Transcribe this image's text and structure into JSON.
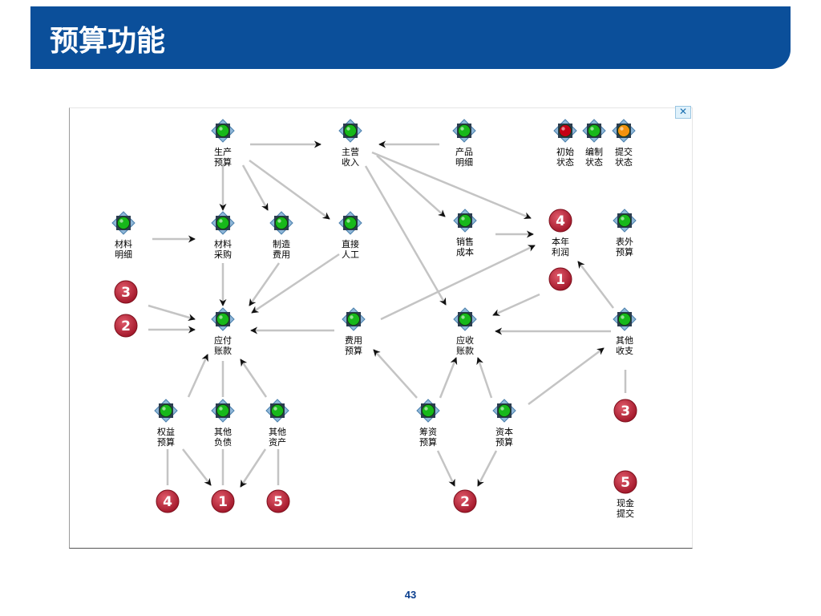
{
  "slide": {
    "title": "预算功能",
    "page_number": "43",
    "close_glyph": "✕"
  },
  "nodes": [
    {
      "id": "shengchan",
      "lines": [
        "生产",
        "预算"
      ],
      "status": "green"
    },
    {
      "id": "zhuying",
      "lines": [
        "主营",
        "收入"
      ],
      "status": "green"
    },
    {
      "id": "chanpin",
      "lines": [
        "产品",
        "明细"
      ],
      "status": "green"
    },
    {
      "id": "chushi",
      "lines": [
        "初始",
        "状态"
      ],
      "status": "red"
    },
    {
      "id": "bianzhi",
      "lines": [
        "编制",
        "状态"
      ],
      "status": "green"
    },
    {
      "id": "tijiao",
      "lines": [
        "提交",
        "状态"
      ],
      "status": "orange"
    },
    {
      "id": "cailiaomx",
      "lines": [
        "材料",
        "明细"
      ],
      "status": "green"
    },
    {
      "id": "cailiaocg",
      "lines": [
        "材料",
        "采购"
      ],
      "status": "green"
    },
    {
      "id": "zhizao",
      "lines": [
        "制造",
        "费用"
      ],
      "status": "green"
    },
    {
      "id": "zhijie",
      "lines": [
        "直接",
        "人工"
      ],
      "status": "green"
    },
    {
      "id": "xiaoshou",
      "lines": [
        "销售",
        "成本"
      ],
      "status": "green"
    },
    {
      "id": "biaowai",
      "lines": [
        "表外",
        "预算"
      ],
      "status": "green"
    },
    {
      "id": "yingfu",
      "lines": [
        "应付",
        "账款"
      ],
      "status": "green"
    },
    {
      "id": "feiyong",
      "lines": [
        "费用",
        "预算"
      ],
      "status": "green"
    },
    {
      "id": "yingshou",
      "lines": [
        "应收",
        "账款"
      ],
      "status": "green"
    },
    {
      "id": "qita_sz",
      "lines": [
        "其他",
        "收支"
      ],
      "status": "green"
    },
    {
      "id": "quanyi",
      "lines": [
        "权益",
        "预算"
      ],
      "status": "green"
    },
    {
      "id": "qita_fz",
      "lines": [
        "其他",
        "负债"
      ],
      "status": "green"
    },
    {
      "id": "qita_zc",
      "lines": [
        "其他",
        "资产"
      ],
      "status": "green"
    },
    {
      "id": "chouzi",
      "lines": [
        "筹资",
        "预算"
      ],
      "status": "green"
    },
    {
      "id": "ziben",
      "lines": [
        "资本",
        "预算"
      ],
      "status": "green"
    }
  ],
  "badges": [
    {
      "id": "b4_lirun",
      "number": "4",
      "label": [
        "本年",
        "利润"
      ]
    },
    {
      "id": "b1_lirun",
      "number": "1",
      "label": []
    },
    {
      "id": "b3_left",
      "number": "3",
      "label": []
    },
    {
      "id": "b2_left",
      "number": "2",
      "label": []
    },
    {
      "id": "b3_right",
      "number": "3",
      "label": []
    },
    {
      "id": "b4_bottom",
      "number": "4",
      "label": []
    },
    {
      "id": "b1_bottom",
      "number": "1",
      "label": []
    },
    {
      "id": "b5_bottom",
      "number": "5",
      "label": []
    },
    {
      "id": "b2_bottom",
      "number": "2",
      "label": []
    },
    {
      "id": "b5_tijiao",
      "number": "5",
      "label": [
        "现金",
        "提交"
      ]
    }
  ],
  "colors": {
    "title_bar": "#0b4f9a",
    "node_green": "#17b81a",
    "node_red": "#c40015",
    "node_orange": "#f3920e",
    "badge": "#c02a3d",
    "arrow_line": "#c4c4c4",
    "arrow_head": "#111111"
  }
}
